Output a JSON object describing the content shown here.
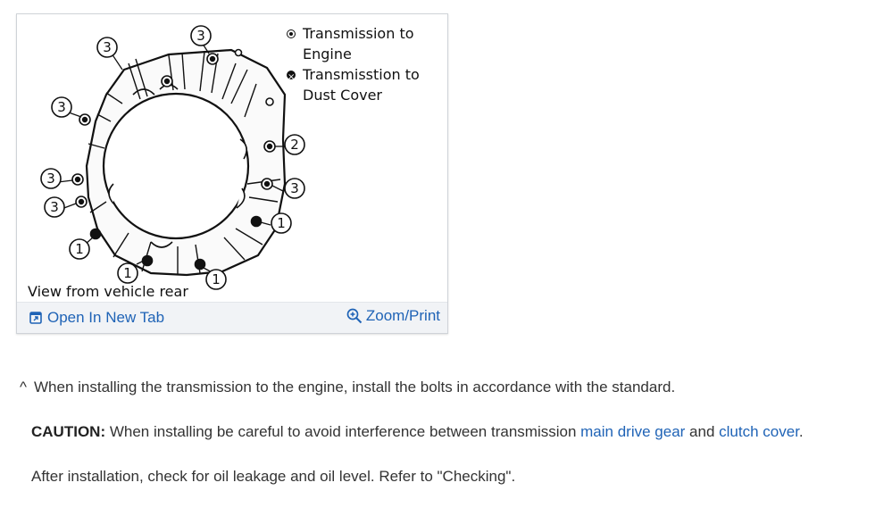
{
  "figure": {
    "legend": [
      {
        "icon": "bolt-ring-icon",
        "text": "Transmission to Engine"
      },
      {
        "icon": "bolt-cross-icon",
        "text": "Transmisstion to Dust Cover"
      }
    ],
    "callouts": [
      "3",
      "3",
      "3",
      "3",
      "3",
      "3",
      "2",
      "3",
      "1",
      "1",
      "1",
      "1"
    ],
    "caption": "View from vehicle rear",
    "toolbar": {
      "open_tab_label": "Open In New Tab",
      "zoom_print_label": "Zoom/Print"
    }
  },
  "body": {
    "step_marker": "^",
    "step_text": "When installing the transmission to the engine, install the bolts in accordance with the standard.",
    "caution_label": "CAUTION:",
    "caution_pre": "When installing be careful to avoid interference between transmission",
    "caution_link1": "main drive gear",
    "caution_mid": "and",
    "caution_link2": "clutch cover",
    "caution_post": ".",
    "after_text": "After installation, check for oil leakage and oil level. Refer to \"Checking\"."
  },
  "colors": {
    "link": "#1f63b6",
    "toolbar_bg": "#f1f3f6",
    "text": "#333333"
  }
}
